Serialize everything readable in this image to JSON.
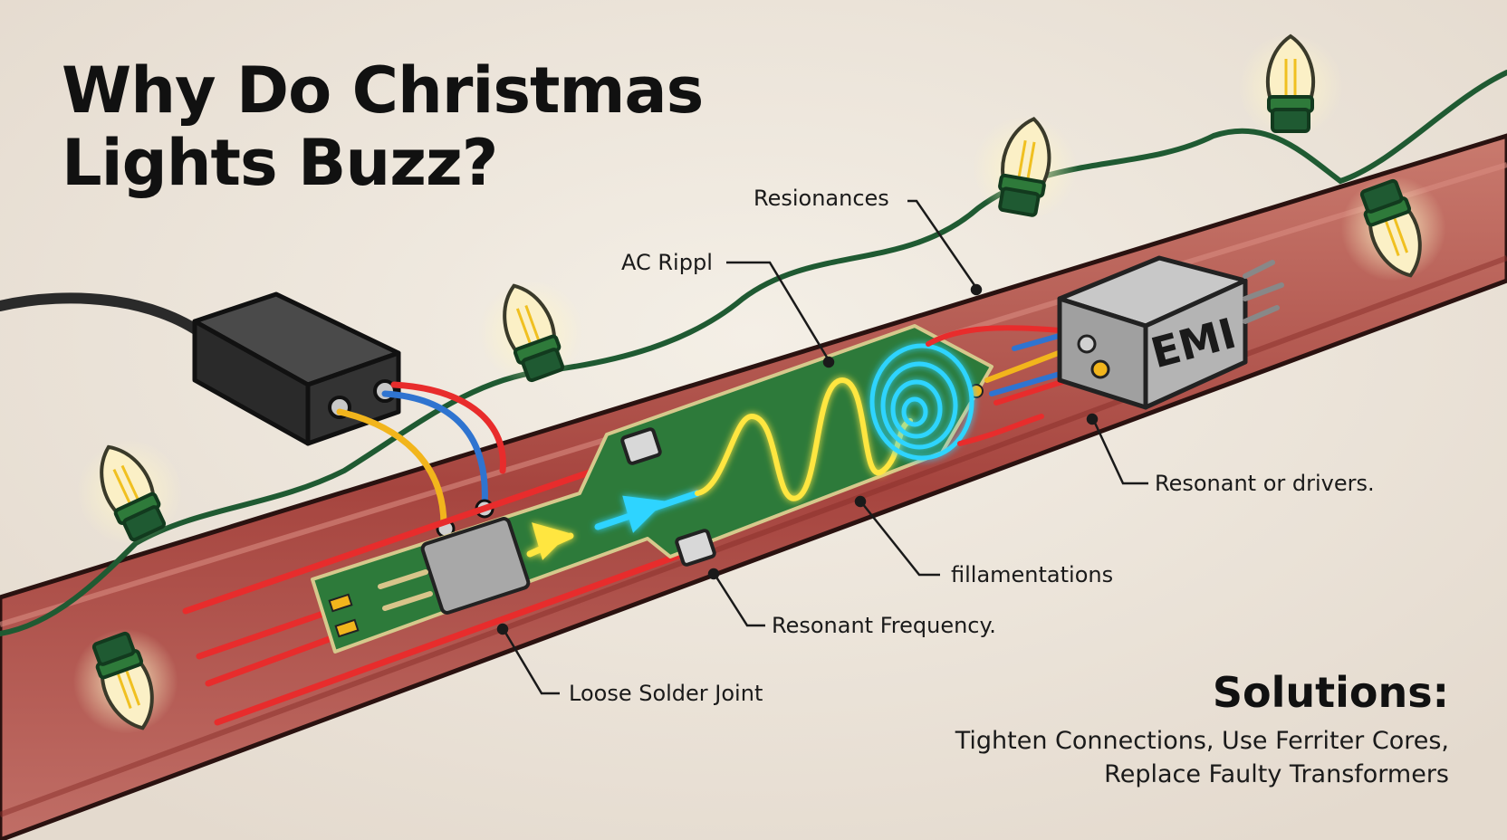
{
  "title": {
    "line1": "Why Do Christmas",
    "line2": "Lights Buzz?"
  },
  "labels": {
    "resionances": "Resionances",
    "ac_rippl": "AC Rippl",
    "resonant_drivers": "Resonant or drivers.",
    "fillamentations": "fillamentations",
    "resonant_frequency": "Resonant Frequency.",
    "loose_solder_joint": "Loose Solder Joint"
  },
  "emi_box": {
    "label": "EMI"
  },
  "solutions": {
    "heading": "Solutions:",
    "line1": "Tighten Connections, Use Ferriter Cores,",
    "line2": "Replace Faulty Transformers"
  },
  "colors": {
    "background": "#ece5da",
    "conduit": "#b85a52",
    "pcb": "#2d7a3a",
    "wire_red": "#e82c2c",
    "wire_blue": "#2f74d0",
    "wire_yellow": "#f2b51c",
    "signal_yellow": "#ffe640",
    "signal_cyan": "#2fd4ff",
    "cord_green": "#1f5a32",
    "bulb_glass": "#fbf0c6"
  }
}
